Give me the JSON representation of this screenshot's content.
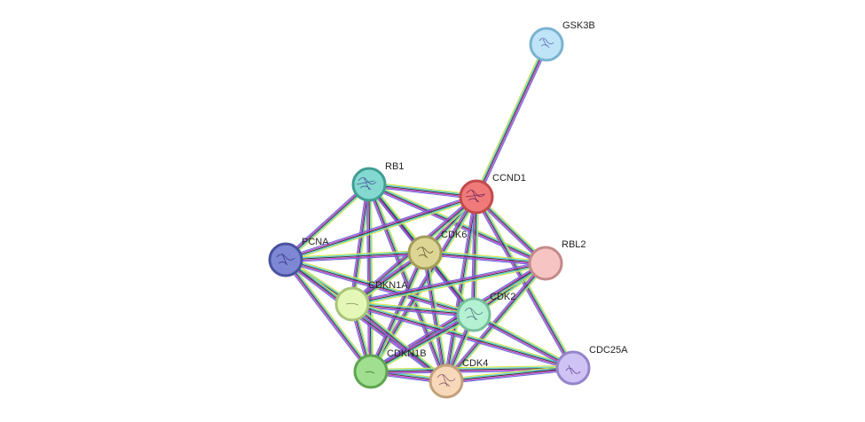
{
  "network": {
    "nodes": [
      {
        "id": "GSK3B",
        "label": "GSK3B",
        "color": "#bfe3f7",
        "border": "#7ab3d0"
      },
      {
        "id": "RB1",
        "label": "RB1",
        "color": "#83d9cf",
        "border": "#3f9e93"
      },
      {
        "id": "CCND1",
        "label": "CCND1",
        "color": "#f07a7a",
        "border": "#c24a4a"
      },
      {
        "id": "PCNA",
        "label": "PCNA",
        "color": "#7d87d4",
        "border": "#4a52a0"
      },
      {
        "id": "CDK6",
        "label": "CDK6",
        "color": "#ddd593",
        "border": "#a49c5a"
      },
      {
        "id": "RBL2",
        "label": "RBL2",
        "color": "#f7c4c4",
        "border": "#c48a8a"
      },
      {
        "id": "CDKN1A",
        "label": "CDKN1A",
        "color": "#e4f7b6",
        "border": "#a9c47a"
      },
      {
        "id": "CDK2",
        "label": "CDK2",
        "color": "#b4f1d3",
        "border": "#76c09a"
      },
      {
        "id": "CDKN1B",
        "label": "CDKN1B",
        "color": "#9fdf8f",
        "border": "#5ea54e"
      },
      {
        "id": "CDK4",
        "label": "CDK4",
        "color": "#f7d9ba",
        "border": "#c4a07a"
      },
      {
        "id": "CDC25A",
        "label": "CDC25A",
        "color": "#cfc2f4",
        "border": "#9584c9"
      }
    ],
    "edges": [
      [
        "CCND1",
        "GSK3B"
      ],
      [
        "RB1",
        "CCND1"
      ],
      [
        "RB1",
        "CDK6"
      ],
      [
        "RB1",
        "CDKN1A"
      ],
      [
        "RB1",
        "CDK2"
      ],
      [
        "RB1",
        "CDK4"
      ],
      [
        "RB1",
        "CDKN1B"
      ],
      [
        "RB1",
        "RBL2"
      ],
      [
        "RB1",
        "PCNA"
      ],
      [
        "CCND1",
        "CDK6"
      ],
      [
        "CCND1",
        "CDK4"
      ],
      [
        "CCND1",
        "CDK2"
      ],
      [
        "CCND1",
        "CDKN1A"
      ],
      [
        "CCND1",
        "CDKN1B"
      ],
      [
        "CCND1",
        "PCNA"
      ],
      [
        "CCND1",
        "RBL2"
      ],
      [
        "CCND1",
        "CDC25A"
      ],
      [
        "PCNA",
        "CDK6"
      ],
      [
        "PCNA",
        "CDKN1A"
      ],
      [
        "PCNA",
        "CDKN1B"
      ],
      [
        "PCNA",
        "CDK4"
      ],
      [
        "PCNA",
        "CDK2"
      ],
      [
        "CDK6",
        "CDKN1A"
      ],
      [
        "CDK6",
        "CDKN1B"
      ],
      [
        "CDK6",
        "CDK4"
      ],
      [
        "CDK6",
        "CDK2"
      ],
      [
        "CDK6",
        "RBL2"
      ],
      [
        "RBL2",
        "CDK2"
      ],
      [
        "RBL2",
        "CDK4"
      ],
      [
        "RBL2",
        "CDKN1A"
      ],
      [
        "RBL2",
        "CDKN1B"
      ],
      [
        "CDKN1A",
        "CDK2"
      ],
      [
        "CDKN1A",
        "CDK4"
      ],
      [
        "CDKN1A",
        "CDKN1B"
      ],
      [
        "CDKN1A",
        "CDC25A"
      ],
      [
        "CDK2",
        "CDK4"
      ],
      [
        "CDK2",
        "CDKN1B"
      ],
      [
        "CDK2",
        "CDC25A"
      ],
      [
        "CDKN1B",
        "CDK4"
      ],
      [
        "CDKN1B",
        "CDC25A"
      ],
      [
        "CDK4",
        "CDC25A"
      ]
    ],
    "edge_colors": [
      "#d7e34a",
      "#4dd0d0",
      "#3a3a3a",
      "#c23cc2",
      "#6a6ad8"
    ]
  }
}
